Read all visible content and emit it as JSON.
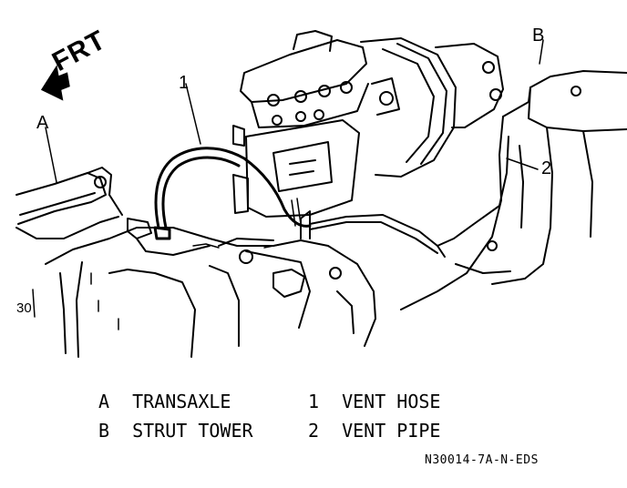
{
  "direction_marker": {
    "text": "FRT",
    "icon": "arrow-left-icon"
  },
  "callouts": {
    "a": "A",
    "b": "B",
    "one": "1",
    "two": "2"
  },
  "fragment_label": "30",
  "legend": [
    {
      "key": "A",
      "text": "TRANSAXLE"
    },
    {
      "key": "1",
      "text": "VENT HOSE"
    },
    {
      "key": "B",
      "text": "STRUT TOWER"
    },
    {
      "key": "2",
      "text": "VENT PIPE"
    }
  ],
  "figure_code": "N30014-7A-N-EDS",
  "colors": {
    "ink": "#000000",
    "paper": "#ffffff"
  }
}
